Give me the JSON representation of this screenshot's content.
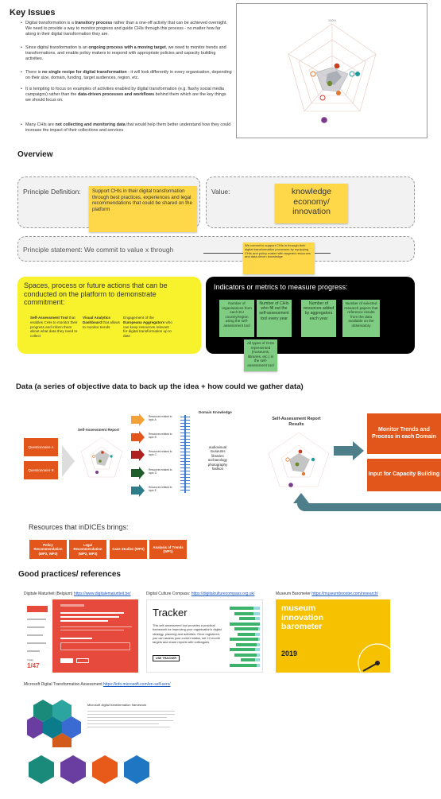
{
  "key_issues": {
    "title": "Key Issues",
    "bullets": [
      {
        "a": "Digital transformation is a ",
        "b": "transitory process",
        "c": " rather than a one-off activity that can be achieved overnight. We need to provide a way to monitor progress and guide CHIs through this process - no matter how far along in their digital transformation they are."
      },
      {
        "a": "Since digital transformation is an ",
        "b": "ongoing process with a moving target",
        "c": ", we need to monitor trends and transformations, and enable policy makers to respond with appropriate policies and capacity building activities."
      },
      {
        "a": "There is ",
        "b": "no single recipe for digital transformation",
        "c": " - it will look differently in every organisation, depending on their size, domain, funding, target audiences, region, etc."
      },
      {
        "a": "It is tempting to focus on examples of activities enabled by digital transformation (e.g. flashy social media campaigns) rather than the ",
        "b": "data-driven processes and workflows",
        "c": " behind them which are the key things we should focus on."
      },
      {
        "a": "Many CHIs are ",
        "b": "not collecting and monitoring data",
        "c": " that would help them better understand how they could increase the impact of their collections and services"
      }
    ],
    "radar_label": "100%"
  },
  "overview": {
    "title": "Overview",
    "principle_definition_label": "Principle Definition:",
    "principle_definition_note": "Support CHIs in their digital transformation through best practices, experiences and legal recommendations that could be shared on the platform",
    "value_label": "Value:",
    "value_note": "knowledge economy/ innovation",
    "statement_label": "Principle statement: We commit to value x through",
    "statement_note": "We commit to support CHIs in through their digital transformation processes by equipping CHIs and policy maker with targeted resources and data driven knowledge",
    "spaces_title": "Spaces, process or future actions that can be conducted on the platform to demonstrate commitment:",
    "spaces_items": [
      {
        "a": "Self-Assessment Tool",
        "b": " that enables CHIs to monitor their progress and inform them about what data they need to collect"
      },
      {
        "a": "Visual Analytics Dashboard",
        "b": " that allows to monitor trends"
      },
      {
        "a": "Engagement of the ",
        "b": "Europeana Aggregators",
        "c": " who can keep resources relevant for digital transformation up to date"
      }
    ],
    "indicators_title": "Indicators or metrics to measure progress:",
    "indicators": [
      "Number of organisations from each EU country/region using the self-assessment tool",
      "Number of CHIs who fill out the self-assessment tool every year",
      "Number of resources added by aggregators each year",
      "Number of selected research papers that reference results from the data available on the observatory"
    ],
    "indicator_extra": "All types of CHIs represented (museums, libraries, etc.) in the self-assessment tool"
  },
  "data_section": {
    "title": "Data (a series of objective data to back up the idea + how could we gather data)",
    "questionnaires": [
      "Questionnaire A",
      "Questionnaire B"
    ],
    "sa_report": "Self-Assessment Report",
    "resource_labels": [
      "Resources related to topic A",
      "Resources related to topic B",
      "Resources related to topic C",
      "Resources related to topic D",
      "Resources related to topic E"
    ],
    "domain_knowledge": "Domain Knowledge",
    "domains": [
      "audiovisual",
      "museums",
      "libraries",
      "archaeology",
      "photography",
      "fashion"
    ],
    "sa_results": "Self-Assessment Report Results",
    "monitor": "Monitor Trends and Process in each Domain",
    "capacity": "Input for Capacity Building",
    "resources_title": "Resources that inDICEs brings:",
    "resources": [
      "Policy Recommendation (WP2, WP3)",
      "Legal Recommendation (WP2, WP3)",
      "Case Studies (WP3)",
      "Analysis of Trends (WP1)"
    ]
  },
  "good_practices": {
    "title": "Good practices/ references",
    "refs": [
      {
        "name": "Digitale Maturiteit (Belgium) ",
        "url": "https://www.digitalematuriteit.be/"
      },
      {
        "name": "Digital Culture Compass: ",
        "url": "https://digitalculturecompass.org.uk/"
      },
      {
        "name": "Museum Barometer ",
        "url": "https://museumbooster.com/research/"
      },
      {
        "name": "Microsoft Digital Transformation Assessment ",
        "url": "https://info.microsoft.com/en-self-serv/"
      }
    ],
    "dm_counter_label": "Vraag",
    "dm_counter": "1/47",
    "tracker_title": "Tracker",
    "tracker_text": "This self-assessment tool provides a practical framework for improving your organisation's digital strategy, planning and activities. Once registered, you can assess your current status, set 12-month targets and share reports with colleagues.",
    "tracker_button": "USE TRACKER",
    "barometer_title": "museum innovation barometer",
    "barometer_year": "2019",
    "ms_title": "Microsoft digital transformation framework"
  },
  "colors": {
    "orange": "#e2561b",
    "yellow_sticky": "#ffd84a",
    "green_sticky": "#7fcc83",
    "yellow_panel": "#f7f22c",
    "teal_arrow": "#4e7e8a"
  }
}
